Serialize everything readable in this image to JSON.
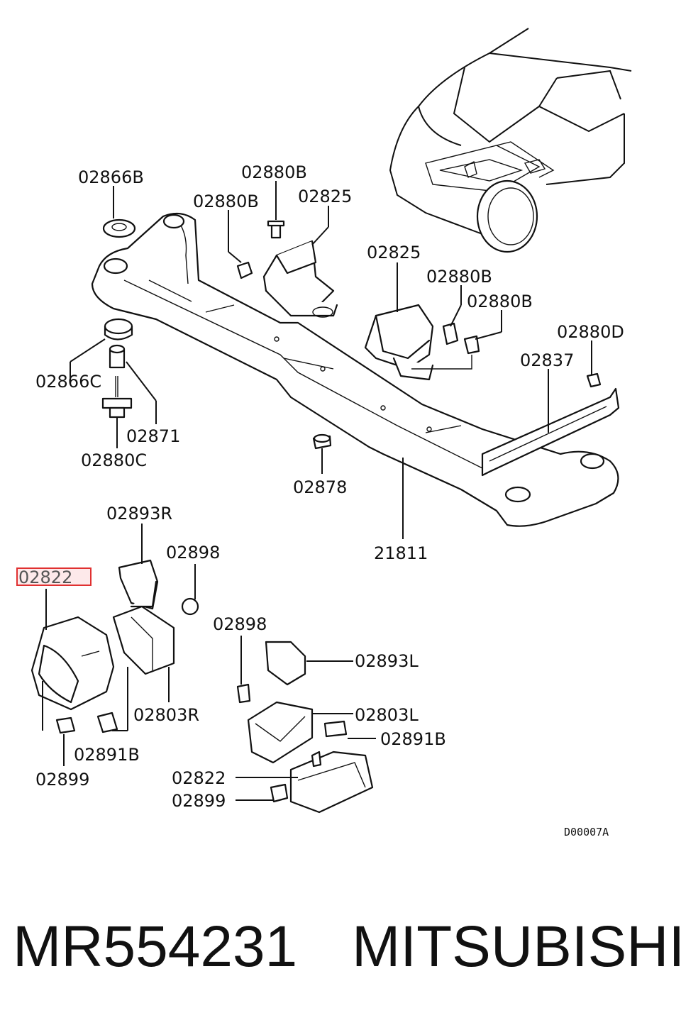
{
  "callouts": {
    "c02866B": "02866B",
    "c02880B_top": "02880B",
    "c02880B_left": "02880B",
    "c02825_left": "02825",
    "c02825_right": "02825",
    "c02880B_r1": "02880B",
    "c02880B_r2": "02880B",
    "c02880D": "02880D",
    "c02837": "02837",
    "c02866C": "02866C",
    "c02871": "02871",
    "c02880C": "02880C",
    "c02878": "02878",
    "c21811": "21811",
    "c02893R": "02893R",
    "c02898_left": "02898",
    "c02822_highlight": "02822",
    "c02898_right": "02898",
    "c02893L": "02893L",
    "c02803R": "02803R",
    "c02803L": "02803L",
    "c02891B_left": "02891B",
    "c02891B_right": "02891B",
    "c02899_left": "02899",
    "c02822_right": "02822",
    "c02899_right": "02899"
  },
  "drawing_ref": "D00007A",
  "footer": {
    "part_number": "MR554231",
    "brand": "MITSUBISHI"
  },
  "colors": {
    "highlight_border": "#e03030",
    "highlight_fill": "#fde9ea",
    "line": "#111111"
  }
}
